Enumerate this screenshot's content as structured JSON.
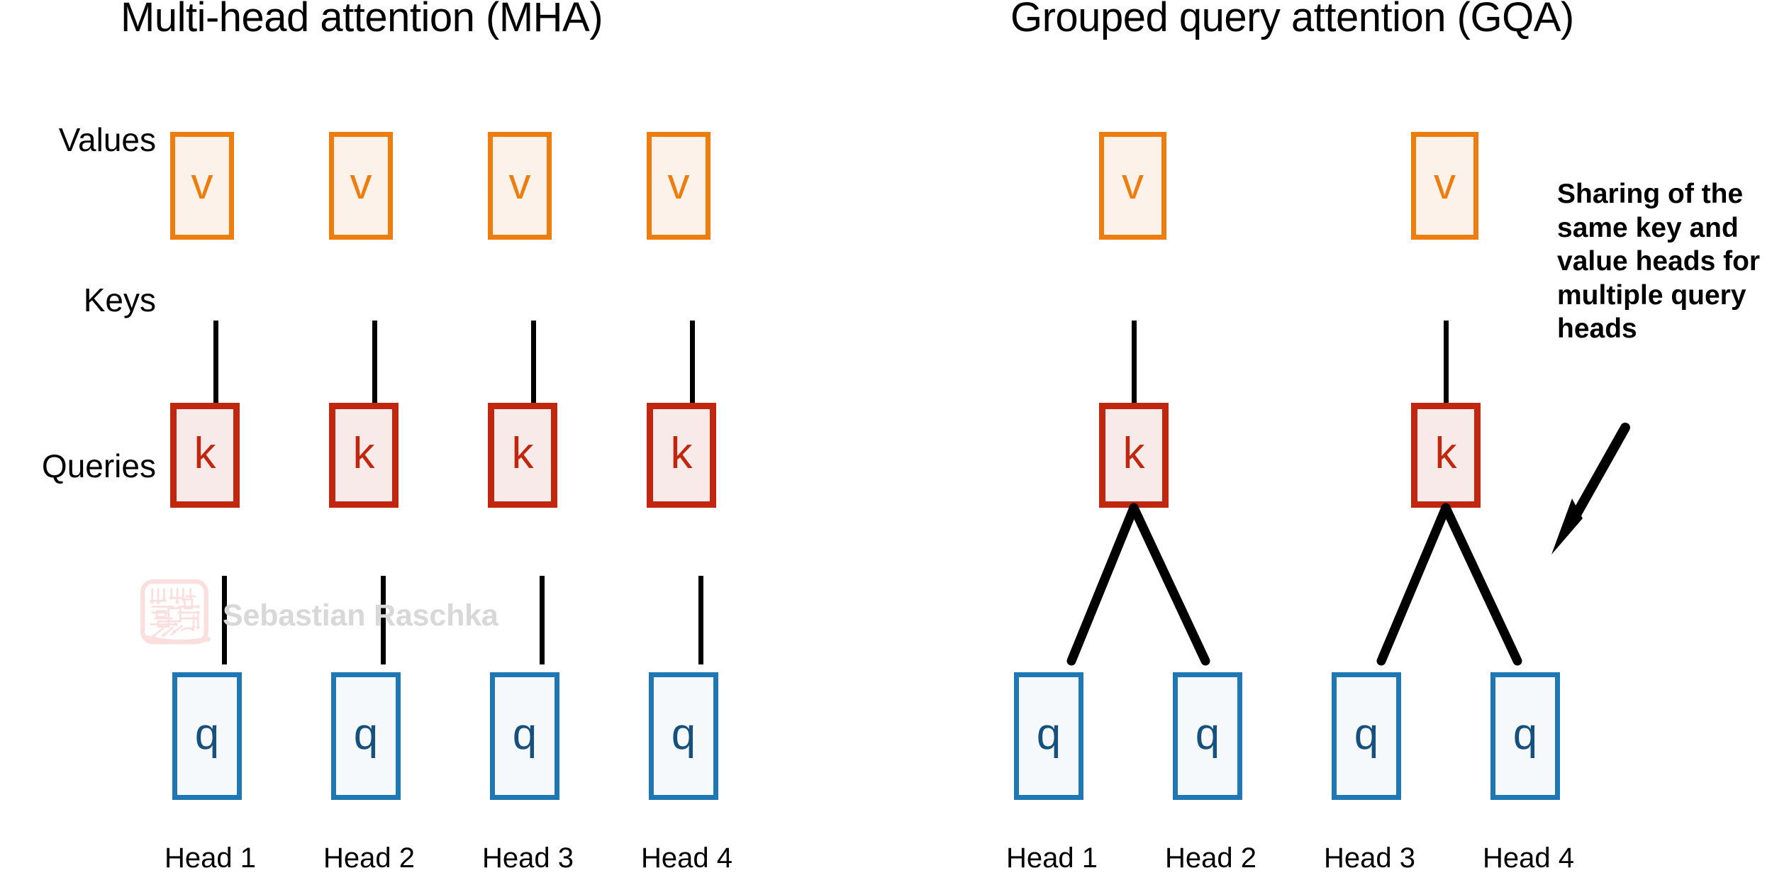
{
  "figure": {
    "panels": [
      {
        "id": "mha",
        "title": "Multi-head attention (MHA)",
        "heads": [
          "Head 1",
          "Head 2",
          "Head 3",
          "Head 4"
        ],
        "value_cells": [
          "v",
          "v",
          "v",
          "v"
        ],
        "key_cells": [
          "k",
          "k",
          "k",
          "k"
        ],
        "query_cells": [
          "q",
          "q",
          "q",
          "q"
        ]
      },
      {
        "id": "gqa",
        "title": "Grouped query attention (GQA)",
        "heads": [
          "Head 1",
          "Head 2",
          "Head 3",
          "Head 4"
        ],
        "value_cells": [
          "v",
          "v"
        ],
        "key_cells": [
          "k",
          "k"
        ],
        "query_cells": [
          "q",
          "q",
          "q",
          "q"
        ]
      }
    ],
    "row_labels": {
      "values": "Values",
      "keys": "Keys",
      "queries": "Queries"
    },
    "annotation": "Sharing of the same key and value heads for multiple query heads",
    "watermark": "Sebastian Raschka",
    "colors": {
      "value_border": "#ED7D0E",
      "value_fill": "#FDF2EA",
      "value_text": "#ED7D0E",
      "key_border": "#C0270E",
      "key_fill": "#F8EAE8",
      "key_text": "#C0270E",
      "query_border": "#1F77B4",
      "query_fill": "#F6F9FB",
      "query_text": "#15517C",
      "connector": "#000000",
      "arrow": "#000000",
      "watermark": "#D8D8D8",
      "watermark_logo": "#FBDEDE",
      "background": "#FFFFFF",
      "text": "#000000"
    }
  }
}
